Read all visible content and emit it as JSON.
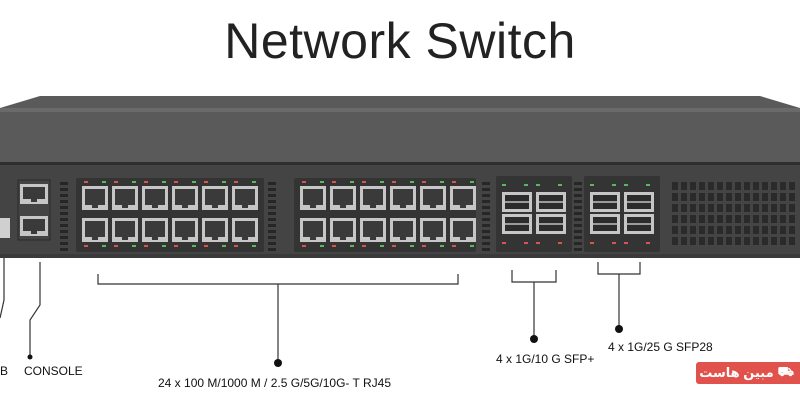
{
  "title": "Network Switch",
  "labels": {
    "usb": "B",
    "console": "CONSOLE",
    "rj45": "24 x 100 M/1000 M / 2.5 G/5G/10G- T RJ45",
    "sfp_plus": "4 x 1G/10 G SFP+",
    "sfp28": "4 x 1G/25 G SFP28"
  },
  "watermark": {
    "text": "مبین هاست",
    "icon": "truck-icon"
  },
  "colors": {
    "chassis": "#4a4a4a",
    "port_block": "#343434",
    "port": "#c6c6c6",
    "led_red": "#d9534f",
    "led_green": "#5cb85c",
    "badge": "#e0524b"
  }
}
